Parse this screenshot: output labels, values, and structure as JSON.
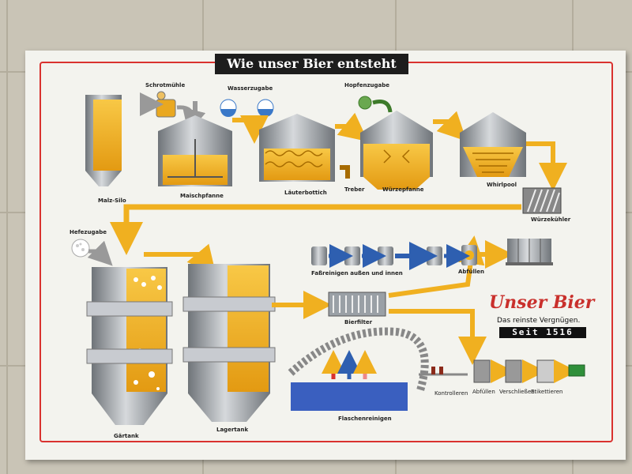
{
  "title": "Wie unser Bier entsteht",
  "colors": {
    "beer": "#f2b21a",
    "steel": "#9ea3a8",
    "arrow": "#f0b020",
    "frame": "#d9322f",
    "water": "#3a78c8"
  },
  "labels": {
    "malt_silo": "Malz-Silo",
    "mill": "Schrotmühle",
    "water_add": "Wasserzugabe",
    "mash_tun": "Maischpfanne",
    "lauter_tun": "Läuterbottich",
    "spent_grain": "Treber",
    "hops_add": "Hopfenzugabe",
    "wort_kettle": "Würzepfanne",
    "whirlpool": "Whirlpool",
    "wort_cooler": "Würzekühler",
    "yeast_add": "Hefezugabe",
    "fermenter": "Gärtank",
    "lager_tank": "Lagertank",
    "keg_clean": "Faßreinigen außen und innen",
    "filling_top": "Abfüllen",
    "filter": "Bierfilter",
    "bottle_wash": "Flaschenreinigen",
    "control": "Kontrolleren",
    "filling_bottom": "Abfüllen",
    "capping": "Verschließen",
    "labeling": "Etikettieren"
  },
  "slogan": {
    "brand": "Unser Bier",
    "sub": "Das reinste Vergnügen.",
    "since": "Seit 1516"
  }
}
